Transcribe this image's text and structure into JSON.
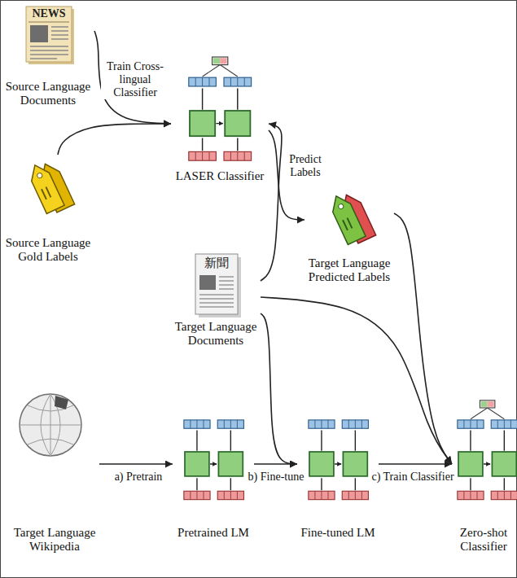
{
  "diagram": {
    "nodes": [
      {
        "text": [
          "Source Language Documents"
        ]
      },
      {
        "text": [
          "Source Language Gold Labels"
        ]
      },
      {
        "text": [
          "LASER Classifier"
        ]
      },
      {
        "text": [
          "Target Language Predicted Labels"
        ]
      },
      {
        "text": [
          "Target Language Documents"
        ]
      },
      {
        "text": [
          "Target Language Wikipedia"
        ]
      },
      {
        "text": [
          "Pretrained LM"
        ]
      },
      {
        "text": [
          "Fine-tuned LM"
        ]
      },
      {
        "text": [
          "Zero-shot Classifier"
        ]
      }
    ],
    "edges": [
      {
        "from": 0,
        "to": 2,
        "arrow": "to",
        "label": "Train Cross-lingual Classifier"
      },
      {
        "from": 1,
        "to": 2,
        "arrow": "to"
      },
      {
        "from": 4,
        "to": 2,
        "arrow": "to"
      },
      {
        "from": 2,
        "to": 3,
        "arrow": "to",
        "label": "Predict Labels"
      },
      {
        "from": 4,
        "to": 7,
        "arrow": "to"
      },
      {
        "from": 4,
        "to": 8,
        "arrow": "to"
      },
      {
        "from": 3,
        "to": 8,
        "arrow": "to"
      },
      {
        "from": 5,
        "to": 6,
        "arrow": "to",
        "label": "a) Pretrain"
      },
      {
        "from": 6,
        "to": 7,
        "arrow": "to",
        "label": "b) Fine-tune"
      },
      {
        "from": 7,
        "to": 8,
        "arrow": "to",
        "label": "c) Train Classifier"
      }
    ],
    "labels": [
      "NEWS",
      "新聞"
    ]
  }
}
